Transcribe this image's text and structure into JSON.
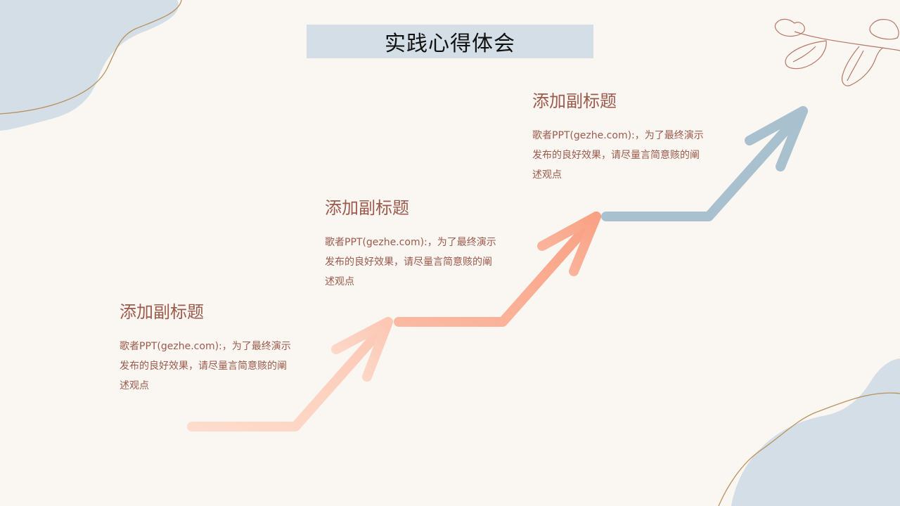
{
  "slide": {
    "title": "实践心得体会"
  },
  "steps": [
    {
      "heading": "添加副标题",
      "body": "歌者PPT(gezhe.com):，为了最终演示发布的良好效果，请尽量言简意赅的阐述观点"
    },
    {
      "heading": "添加副标题",
      "body": "歌者PPT(gezhe.com):，为了最终演示发布的良好效果，请尽量言简意赅的阐述观点"
    },
    {
      "heading": "添加副标题",
      "body": "歌者PPT(gezhe.com):，为了最终演示发布的良好效果，请尽量言简意赅的阐述观点"
    }
  ],
  "colors": {
    "background": "#faf6f1",
    "title_box": "#d3dee6",
    "text": "#9c5a4c",
    "arrow_light": "#fdd2c2",
    "arrow_mid": "#f9a78b",
    "arrow_blue": "#a9c1cf",
    "blob_blue": "#d3dee6",
    "line_gold": "#b9915c",
    "leaf_line": "#b57967"
  },
  "icons": {
    "decoration": "leaf-branch-icon"
  }
}
